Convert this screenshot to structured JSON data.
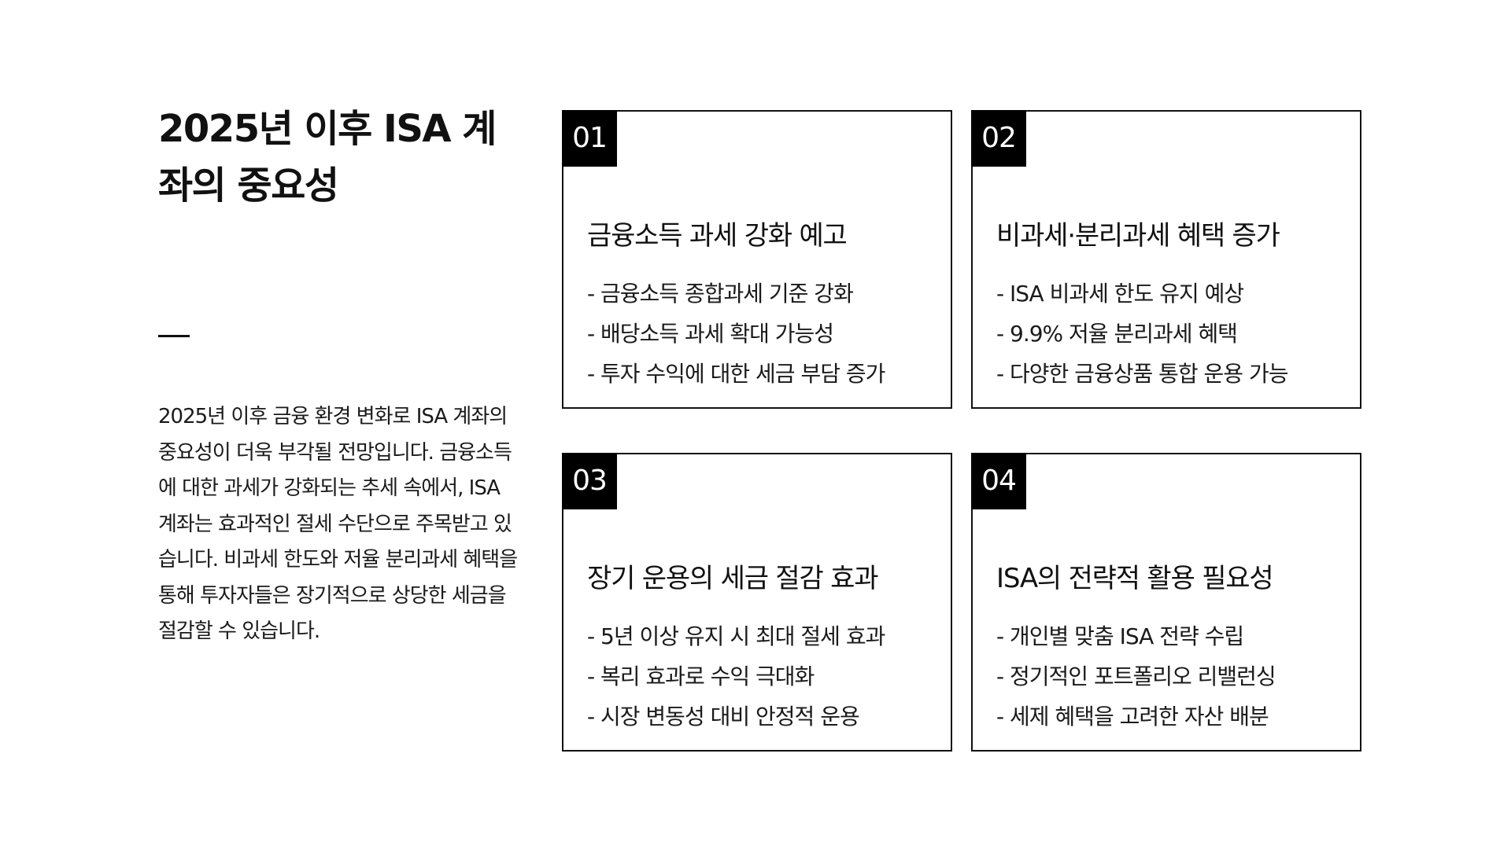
{
  "title": "2025년 이후 ISA 계좌의 중요성",
  "description": "2025년 이후 금융 환경 변화로 ISA 계좌의 중요성이 더욱 부각될 전망입니다. 금융소득에 대한 과세가 강화되는 추세 속에서, ISA 계좌는 효과적인 절세 수단으로 주목받고 있습니다. 비과세 한도와 저율 분리과세 혜택을 통해 투자자들은 장기적으로 상당한 세금을 절감할 수 있습니다.",
  "cards": [
    {
      "number": "01",
      "title": "금융소득 과세 강화 예고",
      "items": [
        "- 금융소득 종합과세 기준 강화",
        "- 배당소득 과세 확대 가능성",
        "- 투자 수익에 대한 세금 부담 증가"
      ]
    },
    {
      "number": "02",
      "title": "비과세·분리과세 혜택 증가",
      "items": [
        "- ISA 비과세 한도 유지 예상",
        "- 9.9% 저율 분리과세 혜택",
        "- 다양한 금융상품 통합 운용 가능"
      ]
    },
    {
      "number": "03",
      "title": "장기 운용의 세금 절감 효과",
      "items": [
        "- 5년 이상 유지 시 최대 절세 효과",
        "- 복리 효과로 수익 극대화",
        "- 시장 변동성 대비 안정적 운용"
      ]
    },
    {
      "number": "04",
      "title": "ISA의 전략적 활용 필요성",
      "items": [
        "- 개인별 맞춤 ISA 전략 수립",
        "- 정기적인 포트폴리오 리밸런싱",
        "- 세제 혜택을 고려한 자산 배분"
      ]
    }
  ]
}
